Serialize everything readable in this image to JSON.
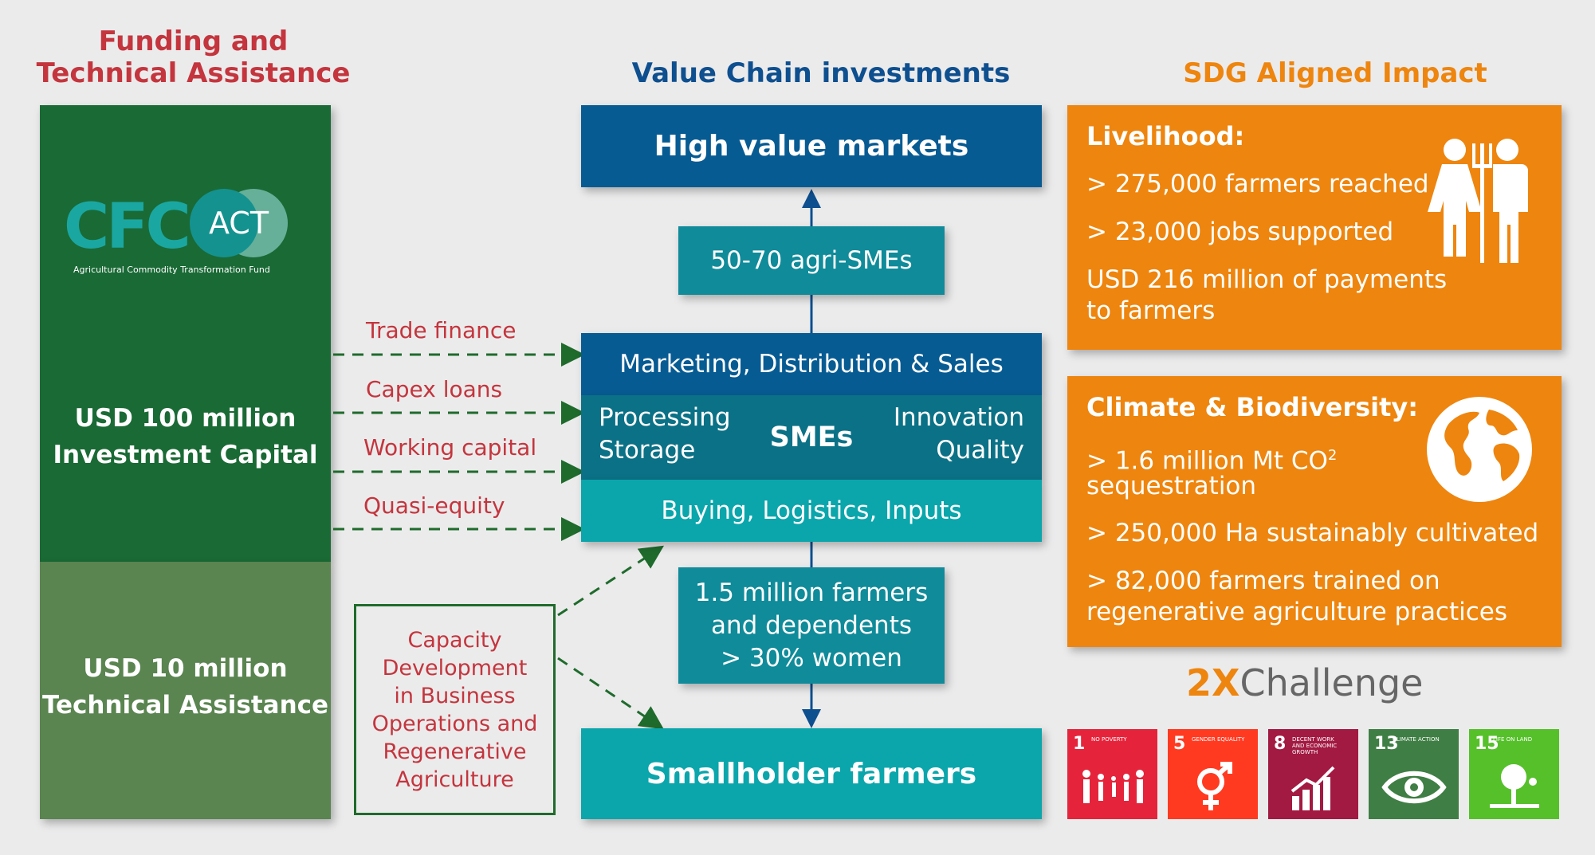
{
  "headings": {
    "funding_line1": "Funding and",
    "funding_line2": "Technical Assistance",
    "value_chain": "Value Chain investments",
    "sdg": "SDG Aligned Impact"
  },
  "logo": {
    "cfc": "CFC",
    "act": "ACT",
    "tagline": "Agricultural Commodity Transformation Fund"
  },
  "funding": {
    "investment_line1": "USD 100 million",
    "investment_line2": "Investment Capital",
    "ta_line1": "USD 10 million",
    "ta_line2": "Technical Assistance"
  },
  "flows": [
    "Trade finance",
    "Capex loans",
    "Working capital",
    "Quasi-equity"
  ],
  "capacity": [
    "Capacity",
    "Development",
    "in Business",
    "Operations and",
    "Regenerative",
    "Agriculture"
  ],
  "chain": {
    "high_value": "High value markets",
    "agri_smes": "50-70 agri-SMEs",
    "marketing": "Marketing, Distribution & Sales",
    "processing": "Processing",
    "storage": "Storage",
    "smes": "SMEs",
    "innovation": "Innovation",
    "quality": "Quality",
    "buying": "Buying, Logistics, Inputs",
    "farmers_line1": "1.5 million farmers",
    "farmers_line2": "and dependents",
    "farmers_line3": "> 30% women",
    "smallholder": "Smallholder farmers"
  },
  "livelihood": {
    "title": "Livelihood:",
    "item1": "> 275,000 farmers reached",
    "item2": "> 23,000 jobs supported",
    "item3_line1": "USD 216 million of payments",
    "item3_line2": "to farmers"
  },
  "climate": {
    "title": "Climate & Biodiversity:",
    "item1_line1": "> 1.6 million Mt CO",
    "item1_sup": "2",
    "item1_line2": "sequestration",
    "item2": "> 250,000 Ha sustainably cultivated",
    "item3_line1": "> 82,000 farmers trained on",
    "item3_line2": "regenerative agriculture practices"
  },
  "challenge": {
    "prefix": "2X",
    "word": "Challenge"
  },
  "sdg_tiles": [
    {
      "number": "1",
      "label": "No poverty",
      "color": "#e5243b",
      "icon": "people-family-icon"
    },
    {
      "number": "5",
      "label": "Gender equality",
      "color": "#ff3a21",
      "icon": "gender-icon"
    },
    {
      "number": "8",
      "label": "Decent work and economic growth",
      "color": "#a21942",
      "icon": "growth-chart-icon"
    },
    {
      "number": "13",
      "label": "Climate action",
      "color": "#3f7e44",
      "icon": "eye-globe-icon"
    },
    {
      "number": "15",
      "label": "Life on land",
      "color": "#56c02b",
      "icon": "tree-icon"
    }
  ],
  "colors": {
    "dark_green": "#1a6a35",
    "mid_green": "#5a8450",
    "dark_blue": "#075b93",
    "teal": "#0f8b9a",
    "teal_dark": "#0b7186",
    "teal_light": "#0aa6ac",
    "orange": "#ee850e",
    "red": "#c4353d",
    "arrow_green": "#1f6b2c"
  }
}
